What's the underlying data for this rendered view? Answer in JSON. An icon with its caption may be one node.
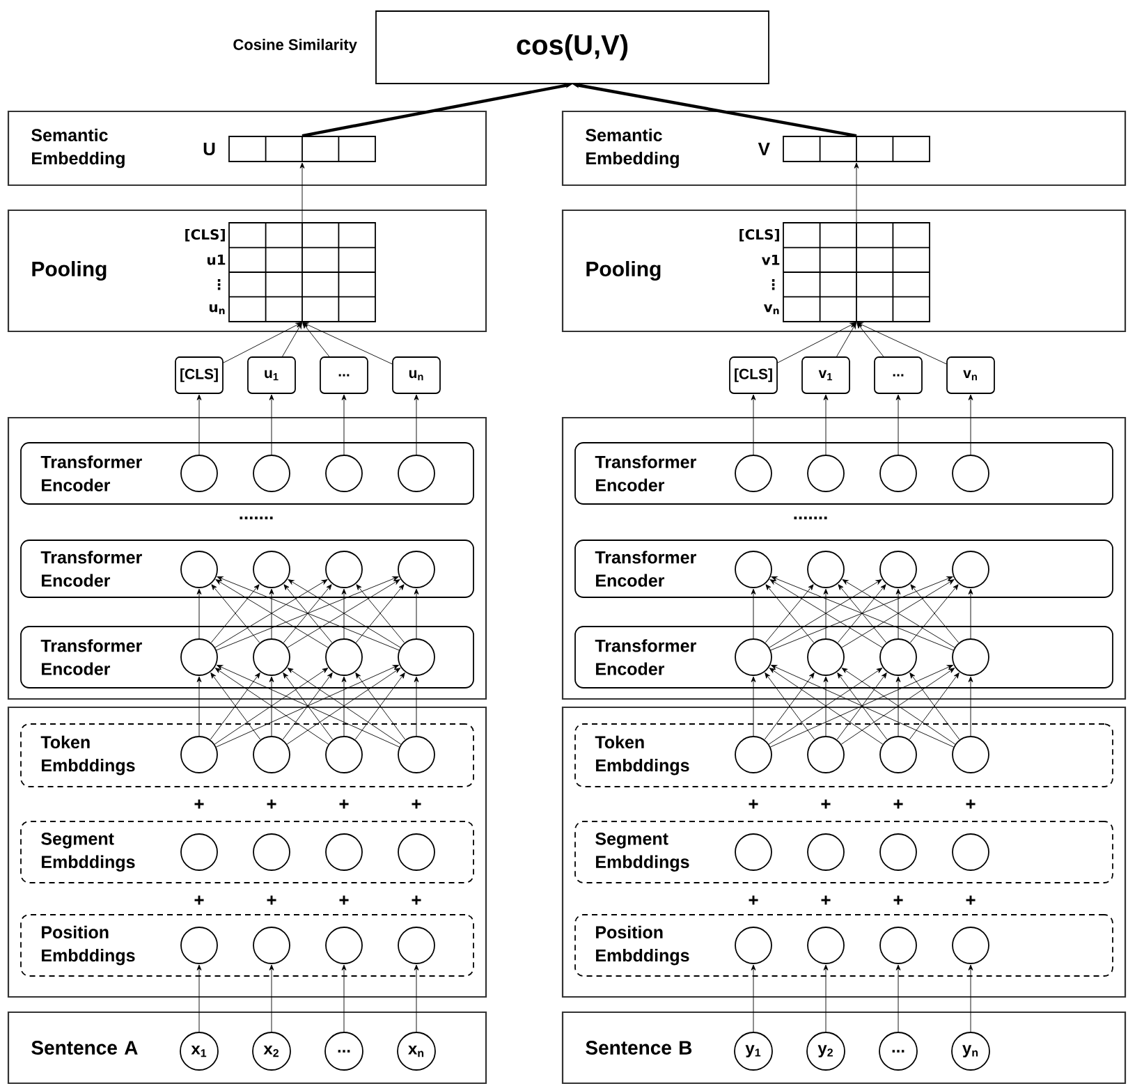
{
  "diagram": {
    "nodes": [
      {
        "text": [
          "cos(U,V)"
        ],
        "beside": [
          "Cosine Similarity"
        ]
      },
      {
        "text": [
          "Semantic Embedding"
        ]
      },
      {
        "text": [
          "U"
        ],
        "in": 1
      },
      {
        "text": [
          "Pooling"
        ]
      },
      {
        "text": [
          "[CLS]",
          "u1",
          "⋮",
          "u$_{n}$"
        ],
        "in": 3
      },
      {
        "text": [
          "[CLS]"
        ]
      },
      {
        "text": [
          "u$_{1}$"
        ]
      },
      {
        "text": [
          "..."
        ]
      },
      {
        "text": [
          "u$_{n}$"
        ]
      },
      {
        "text": [],
        "shape": "box"
      },
      {
        "text": [
          "Transformer Encoder"
        ],
        "in": 9
      },
      {
        "text": [],
        "shape": "circle",
        "in": 10
      },
      {
        "text": [],
        "shape": "circle",
        "in": 10
      },
      {
        "text": [],
        "shape": "circle",
        "in": 10
      },
      {
        "text": [],
        "shape": "circle",
        "in": 10
      },
      {
        "text": [
          "Transformer Encoder"
        ],
        "in": 9
      },
      {
        "text": [],
        "shape": "circle",
        "in": 15
      },
      {
        "text": [],
        "shape": "circle",
        "in": 15
      },
      {
        "text": [],
        "shape": "circle",
        "in": 15
      },
      {
        "text": [],
        "shape": "circle",
        "in": 15
      },
      {
        "text": [
          "Transformer Encoder"
        ],
        "in": 9
      },
      {
        "text": [],
        "shape": "circle",
        "in": 20
      },
      {
        "text": [],
        "shape": "circle",
        "in": 20
      },
      {
        "text": [],
        "shape": "circle",
        "in": 20
      },
      {
        "text": [],
        "shape": "circle",
        "in": 20
      },
      {
        "text": [],
        "shape": "box"
      },
      {
        "text": [
          "Token Embddings"
        ],
        "in": 25
      },
      {
        "text": [],
        "shape": "circle",
        "in": 26
      },
      {
        "text": [],
        "shape": "circle",
        "in": 26
      },
      {
        "text": [],
        "shape": "circle",
        "in": 26
      },
      {
        "text": [],
        "shape": "circle",
        "in": 26
      },
      {
        "text": [
          "Segment Embddings"
        ],
        "in": 25
      },
      {
        "text": [],
        "shape": "circle",
        "in": 31
      },
      {
        "text": [],
        "shape": "circle",
        "in": 31
      },
      {
        "text": [],
        "shape": "circle",
        "in": 31
      },
      {
        "text": [],
        "shape": "circle",
        "in": 31
      },
      {
        "text": [
          "Position Embddings"
        ],
        "in": 25
      },
      {
        "text": [],
        "shape": "circle",
        "in": 36
      },
      {
        "text": [],
        "shape": "circle",
        "in": 36
      },
      {
        "text": [],
        "shape": "circle",
        "in": 36
      },
      {
        "text": [],
        "shape": "circle",
        "in": 36
      },
      {
        "text": [
          "Sentence A"
        ]
      },
      {
        "text": [
          "x$_{1}$"
        ],
        "in": 41
      },
      {
        "text": [
          "x$_{2}$"
        ],
        "in": 41
      },
      {
        "text": [
          "..."
        ],
        "in": 41
      },
      {
        "text": [
          "x$_{n}$"
        ],
        "in": 41
      },
      {
        "text": [
          "Semantic Embedding"
        ]
      },
      {
        "text": [
          "V"
        ],
        "in": 46
      },
      {
        "text": [
          "Pooling"
        ]
      },
      {
        "text": [
          "[CLS]",
          "v1",
          "⋮",
          "v$_{n}$"
        ],
        "in": 48
      },
      {
        "text": [
          "[CLS]"
        ]
      },
      {
        "text": [
          "v$_{1}$"
        ]
      },
      {
        "text": [
          "..."
        ]
      },
      {
        "text": [
          "v$_{n}$"
        ]
      },
      {
        "text": [],
        "shape": "box"
      },
      {
        "text": [
          "Transformer Encoder"
        ],
        "in": 54
      },
      {
        "text": [],
        "shape": "circle",
        "in": 55
      },
      {
        "text": [],
        "shape": "circle",
        "in": 55
      },
      {
        "text": [],
        "shape": "circle",
        "in": 55
      },
      {
        "text": [],
        "shape": "circle",
        "in": 55
      },
      {
        "text": [
          "Transformer Encoder"
        ],
        "in": 54
      },
      {
        "text": [],
        "shape": "circle",
        "in": 60
      },
      {
        "text": [],
        "shape": "circle",
        "in": 60
      },
      {
        "text": [],
        "shape": "circle",
        "in": 60
      },
      {
        "text": [],
        "shape": "circle",
        "in": 60
      },
      {
        "text": [
          "Transformer Encoder"
        ],
        "in": 54
      },
      {
        "text": [],
        "shape": "circle",
        "in": 65
      },
      {
        "text": [],
        "shape": "circle",
        "in": 65
      },
      {
        "text": [],
        "shape": "circle",
        "in": 65
      },
      {
        "text": [],
        "shape": "circle",
        "in": 65
      },
      {
        "text": [],
        "shape": "box"
      },
      {
        "text": [
          "Token Embddings"
        ],
        "in": 70
      },
      {
        "text": [],
        "shape": "circle",
        "in": 71
      },
      {
        "text": [],
        "shape": "circle",
        "in": 71
      },
      {
        "text": [],
        "shape": "circle",
        "in": 71
      },
      {
        "text": [],
        "shape": "circle",
        "in": 71
      },
      {
        "text": [
          "Segment Embddings"
        ],
        "in": 70
      },
      {
        "text": [],
        "shape": "circle",
        "in": 76
      },
      {
        "text": [],
        "shape": "circle",
        "in": 76
      },
      {
        "text": [],
        "shape": "circle",
        "in": 76
      },
      {
        "text": [],
        "shape": "circle",
        "in": 76
      },
      {
        "text": [
          "Position Embddings"
        ],
        "in": 70
      },
      {
        "text": [],
        "shape": "circle",
        "in": 81
      },
      {
        "text": [],
        "shape": "circle",
        "in": 81
      },
      {
        "text": [],
        "shape": "circle",
        "in": 81
      },
      {
        "text": [],
        "shape": "circle",
        "in": 81
      },
      {
        "text": [
          "Sentence B"
        ]
      },
      {
        "text": [
          "y$_{1}$"
        ],
        "in": 86
      },
      {
        "text": [
          "y$_{2}$"
        ],
        "in": 86
      },
      {
        "text": [
          "..."
        ],
        "in": 86
      },
      {
        "text": [
          "y$_{n}$"
        ],
        "in": 86
      }
    ],
    "edges": [
      {
        "from": 42,
        "to": 37,
        "arrow": "to"
      },
      {
        "from": 43,
        "to": 38,
        "arrow": "to"
      },
      {
        "from": 44,
        "to": 39,
        "arrow": "to"
      },
      {
        "from": 45,
        "to": 40,
        "arrow": "to"
      },
      {
        "from": 27,
        "to": 21,
        "arrow": "to"
      },
      {
        "from": 27,
        "to": 22,
        "arrow": "to"
      },
      {
        "from": 27,
        "to": 23,
        "arrow": "to"
      },
      {
        "from": 27,
        "to": 24,
        "arrow": "to"
      },
      {
        "from": 28,
        "to": 21,
        "arrow": "to"
      },
      {
        "from": 28,
        "to": 22,
        "arrow": "to"
      },
      {
        "from": 28,
        "to": 23,
        "arrow": "to"
      },
      {
        "from": 28,
        "to": 24,
        "arrow": "to"
      },
      {
        "from": 29,
        "to": 21,
        "arrow": "to"
      },
      {
        "from": 29,
        "to": 22,
        "arrow": "to"
      },
      {
        "from": 29,
        "to": 23,
        "arrow": "to"
      },
      {
        "from": 29,
        "to": 24,
        "arrow": "to"
      },
      {
        "from": 30,
        "to": 21,
        "arrow": "to"
      },
      {
        "from": 30,
        "to": 22,
        "arrow": "to"
      },
      {
        "from": 30,
        "to": 23,
        "arrow": "to"
      },
      {
        "from": 30,
        "to": 24,
        "arrow": "to"
      },
      {
        "from": 21,
        "to": 16,
        "arrow": "to"
      },
      {
        "from": 21,
        "to": 17,
        "arrow": "to"
      },
      {
        "from": 21,
        "to": 18,
        "arrow": "to"
      },
      {
        "from": 21,
        "to": 19,
        "arrow": "to"
      },
      {
        "from": 22,
        "to": 16,
        "arrow": "to"
      },
      {
        "from": 22,
        "to": 17,
        "arrow": "to"
      },
      {
        "from": 22,
        "to": 18,
        "arrow": "to"
      },
      {
        "from": 22,
        "to": 19,
        "arrow": "to"
      },
      {
        "from": 23,
        "to": 16,
        "arrow": "to"
      },
      {
        "from": 23,
        "to": 17,
        "arrow": "to"
      },
      {
        "from": 23,
        "to": 18,
        "arrow": "to"
      },
      {
        "from": 23,
        "to": 19,
        "arrow": "to"
      },
      {
        "from": 24,
        "to": 16,
        "arrow": "to"
      },
      {
        "from": 24,
        "to": 17,
        "arrow": "to"
      },
      {
        "from": 24,
        "to": 18,
        "arrow": "to"
      },
      {
        "from": 24,
        "to": 19,
        "arrow": "to"
      },
      {
        "from": 11,
        "to": 5,
        "arrow": "to"
      },
      {
        "from": 12,
        "to": 6,
        "arrow": "to"
      },
      {
        "from": 13,
        "to": 7,
        "arrow": "to"
      },
      {
        "from": 14,
        "to": 8,
        "arrow": "to"
      },
      {
        "from": 5,
        "to": 4,
        "arrow": "to"
      },
      {
        "from": 6,
        "to": 4,
        "arrow": "to"
      },
      {
        "from": 7,
        "to": 4,
        "arrow": "to"
      },
      {
        "from": 8,
        "to": 4,
        "arrow": "to"
      },
      {
        "from": 4,
        "to": 2,
        "arrow": "to"
      },
      {
        "from": 2,
        "to": 0,
        "arrow": "to",
        "style": "thick"
      },
      {
        "from": 87,
        "to": 82,
        "arrow": "to"
      },
      {
        "from": 88,
        "to": 83,
        "arrow": "to"
      },
      {
        "from": 89,
        "to": 84,
        "arrow": "to"
      },
      {
        "from": 90,
        "to": 85,
        "arrow": "to"
      },
      {
        "from": 72,
        "to": 66,
        "arrow": "to"
      },
      {
        "from": 72,
        "to": 67,
        "arrow": "to"
      },
      {
        "from": 72,
        "to": 68,
        "arrow": "to"
      },
      {
        "from": 72,
        "to": 69,
        "arrow": "to"
      },
      {
        "from": 73,
        "to": 66,
        "arrow": "to"
      },
      {
        "from": 73,
        "to": 67,
        "arrow": "to"
      },
      {
        "from": 73,
        "to": 68,
        "arrow": "to"
      },
      {
        "from": 73,
        "to": 69,
        "arrow": "to"
      },
      {
        "from": 74,
        "to": 66,
        "arrow": "to"
      },
      {
        "from": 74,
        "to": 67,
        "arrow": "to"
      },
      {
        "from": 74,
        "to": 68,
        "arrow": "to"
      },
      {
        "from": 74,
        "to": 69,
        "arrow": "to"
      },
      {
        "from": 75,
        "to": 66,
        "arrow": "to"
      },
      {
        "from": 75,
        "to": 67,
        "arrow": "to"
      },
      {
        "from": 75,
        "to": 68,
        "arrow": "to"
      },
      {
        "from": 75,
        "to": 69,
        "arrow": "to"
      },
      {
        "from": 66,
        "to": 61,
        "arrow": "to"
      },
      {
        "from": 66,
        "to": 62,
        "arrow": "to"
      },
      {
        "from": 66,
        "to": 63,
        "arrow": "to"
      },
      {
        "from": 66,
        "to": 64,
        "arrow": "to"
      },
      {
        "from": 67,
        "to": 61,
        "arrow": "to"
      },
      {
        "from": 67,
        "to": 62,
        "arrow": "to"
      },
      {
        "from": 67,
        "to": 63,
        "arrow": "to"
      },
      {
        "from": 67,
        "to": 64,
        "arrow": "to"
      },
      {
        "from": 68,
        "to": 61,
        "arrow": "to"
      },
      {
        "from": 68,
        "to": 62,
        "arrow": "to"
      },
      {
        "from": 68,
        "to": 63,
        "arrow": "to"
      },
      {
        "from": 68,
        "to": 64,
        "arrow": "to"
      },
      {
        "from": 69,
        "to": 61,
        "arrow": "to"
      },
      {
        "from": 69,
        "to": 62,
        "arrow": "to"
      },
      {
        "from": 69,
        "to": 63,
        "arrow": "to"
      },
      {
        "from": 69,
        "to": 64,
        "arrow": "to"
      },
      {
        "from": 56,
        "to": 50,
        "arrow": "to"
      },
      {
        "from": 57,
        "to": 51,
        "arrow": "to"
      },
      {
        "from": 58,
        "to": 52,
        "arrow": "to"
      },
      {
        "from": 59,
        "to": 53,
        "arrow": "to"
      },
      {
        "from": 50,
        "to": 49,
        "arrow": "to"
      },
      {
        "from": 51,
        "to": 49,
        "arrow": "to"
      },
      {
        "from": 52,
        "to": 49,
        "arrow": "to"
      },
      {
        "from": 53,
        "to": 49,
        "arrow": "to"
      },
      {
        "from": 49,
        "to": 47,
        "arrow": "to"
      },
      {
        "from": 47,
        "to": 0,
        "arrow": "to",
        "style": "thick"
      }
    ],
    "labels": [
      ".......",
      "+",
      "+",
      "+",
      "+",
      "+",
      "+",
      "+",
      "+",
      ".......",
      "+",
      "+",
      "+",
      "+",
      "+",
      "+",
      "+",
      "+"
    ]
  }
}
